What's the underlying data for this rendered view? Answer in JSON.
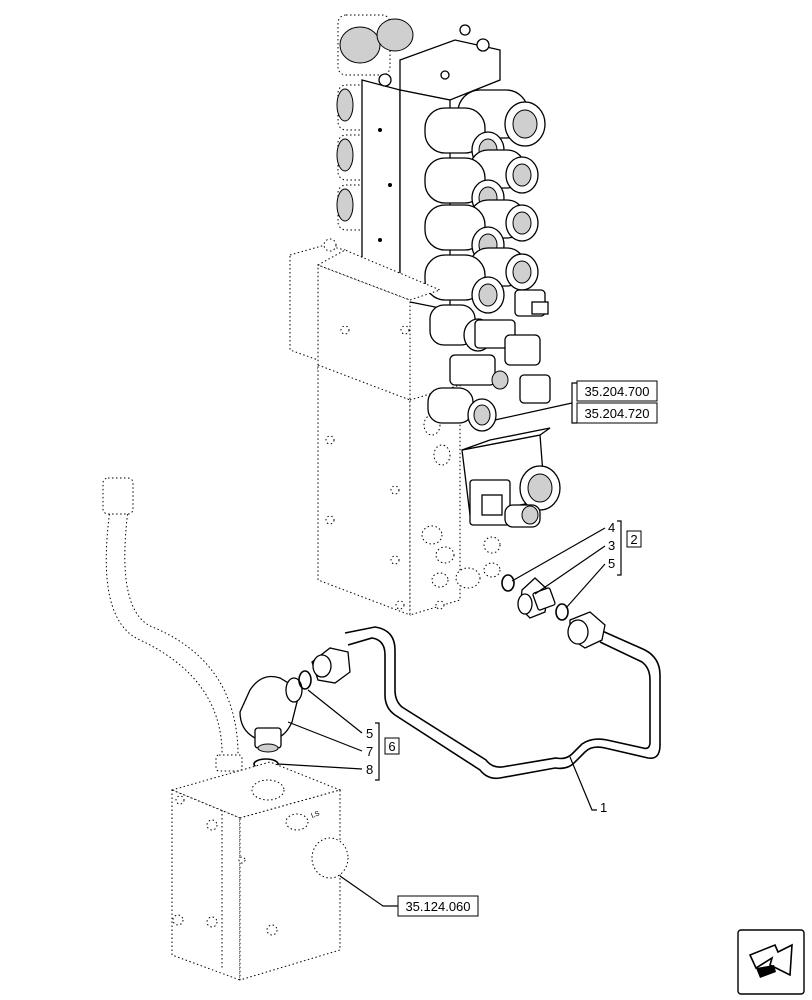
{
  "references": {
    "ref_700": "35.204.700",
    "ref_720": "35.204.720",
    "ref_060": "35.124.060"
  },
  "callouts": {
    "c1": "1",
    "c2": "2",
    "c3": "3",
    "c4": "4",
    "c5_upper": "5",
    "c5_lower": "5",
    "c6": "6",
    "c7": "7",
    "c8": "8"
  },
  "icons": {
    "nav": "navigation-arrow-icon"
  }
}
